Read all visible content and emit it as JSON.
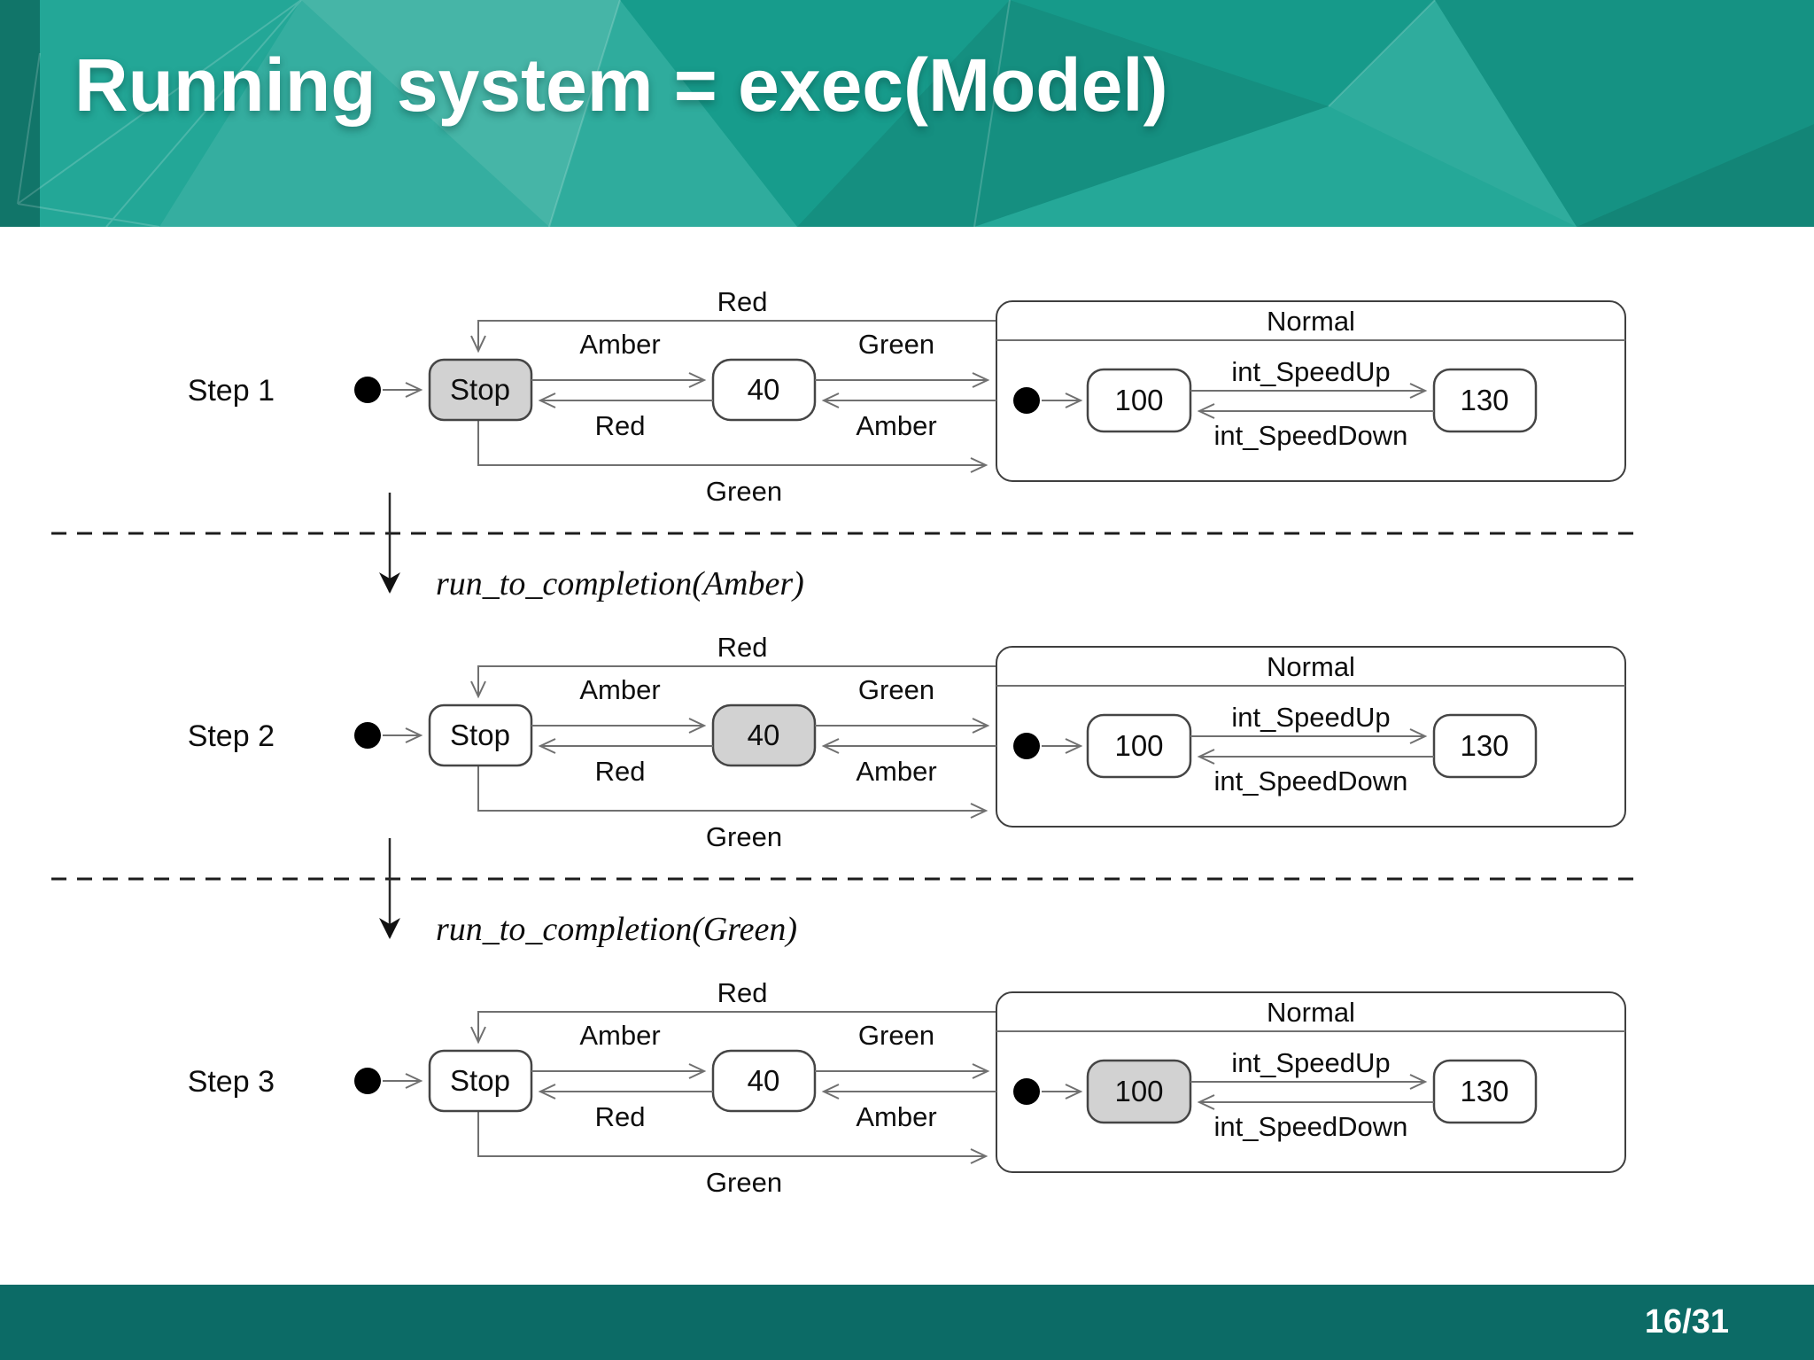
{
  "slide": {
    "title": "Running system = exec(Model)",
    "page_number": "16/31"
  },
  "colors": {
    "header_teal": "#18a392",
    "footer_teal": "#0c6b66",
    "active_fill": "#d2d2d2",
    "diagram_stroke": "#454545"
  },
  "diagram": {
    "state_labels": {
      "stop": "Stop",
      "forty": "40",
      "normal": "Normal",
      "hundred": "100",
      "one_thirty": "130"
    },
    "event_labels": {
      "red": "Red",
      "amber": "Amber",
      "green": "Green",
      "speed_up": "int_SpeedUp",
      "speed_down": "int_SpeedDown"
    },
    "steps": [
      {
        "label": "Step 1",
        "active_state": "Stop"
      },
      {
        "label": "Step 2",
        "active_state": "40"
      },
      {
        "label": "Step 3",
        "active_state": "100"
      }
    ],
    "run_arrows": [
      {
        "label": "run_to_completion(Amber)"
      },
      {
        "label": "run_to_completion(Green)"
      }
    ]
  }
}
